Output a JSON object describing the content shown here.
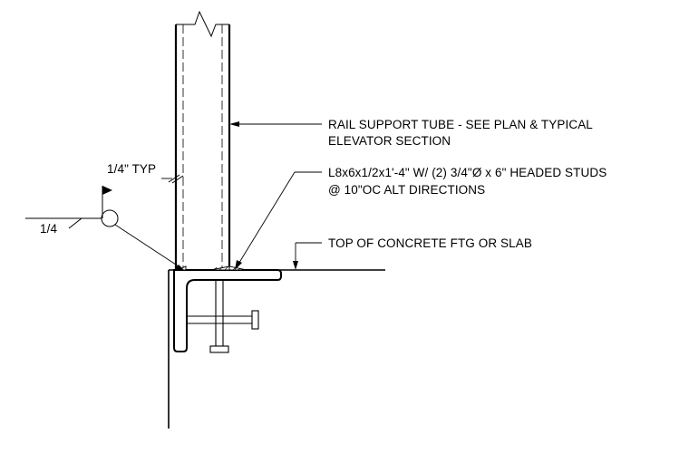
{
  "callouts": {
    "rail_tube_line1": "RAIL SUPPORT TUBE - SEE PLAN & TYPICAL",
    "rail_tube_line2": "ELEVATOR SECTION",
    "angle_line1": "L8x6x1/2x1'-4\" W/ (2) 3/4\"Ø x 6\" HEADED STUDS",
    "angle_line2": "@ 10\"OC ALT DIRECTIONS",
    "top_of_concrete": "TOP OF CONCRETE FTG OR SLAB",
    "typ_weld": "1/4\" TYP",
    "weld_symbol_size": "1/4"
  },
  "colors": {
    "ink": "#000000",
    "background": "#ffffff"
  }
}
